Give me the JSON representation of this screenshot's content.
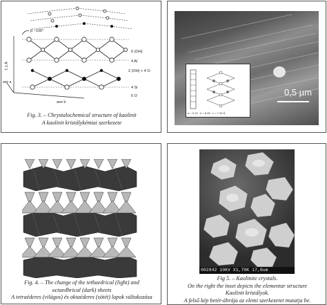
{
  "fig3": {
    "caption_en": "Fig. 3. – Chrystalochemical structure of kaolinit",
    "caption_hu": "A kaolinit kristálykémiai szerkezete",
    "angle_label": "β ~105°",
    "layer_labels": [
      "6 (OH)",
      "4 Al",
      "2 (OH) + 4 O",
      "4 Si",
      "6 O"
    ],
    "axis_c_label": "7,1 Å",
    "axis_a_label": "axe a",
    "axis_b_label": "axe b"
  },
  "fig_sem": {
    "scale_label": "0,5 µm",
    "inset_label": "a = 5,15 · b = 8,95 · c = 7,39 Å"
  },
  "fig4": {
    "caption_line1": "Fig. 4. – The change of the tethaedrical (light) and",
    "caption_line2": "octaedhrical (dark) sheets",
    "caption_hu": "A tetraéderes (világos) és oktaéderes (sötét) lapok váltakozása"
  },
  "fig5": {
    "caption_line1": "Fig 5. – Kaolinite crystals.",
    "caption_line2": "On the right the inset depicts the elementar structure",
    "caption_line3": "Kaolinit kristályok.",
    "caption_line4": "A felső kép betét-ábrája az elemi szerkezetet mutatja be.",
    "sem_footer": "002842  10KV   X1,70K  17,6um"
  }
}
